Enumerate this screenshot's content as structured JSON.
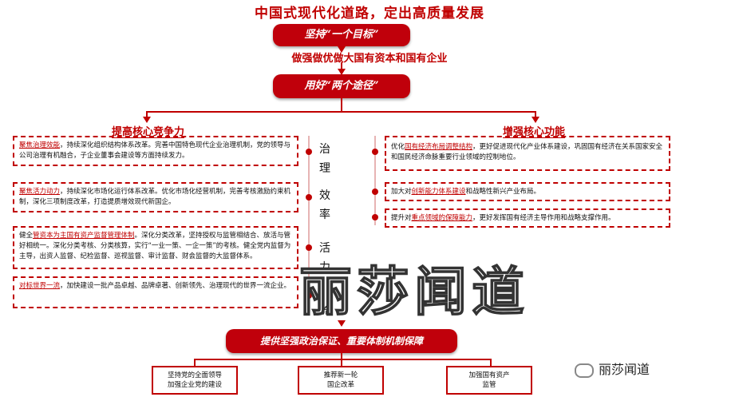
{
  "title": "中国式现代化道路，定出高质量发展",
  "goal_pill": "坚持“一个目标”",
  "goal_text": "做强做优做大国有资本和国有企业",
  "path_pill": "用好“两个途径”",
  "left": {
    "title": "提高核心竞争力",
    "boxes": [
      {
        "label": "聚焦治理效能",
        "text": "，持续深化组织结构体系改革。完善中国特色现代企业治理机制，党的领导与公司治理有机融合，子企业董事会建设等方面持续发力。"
      },
      {
        "label": "聚焦活力动力",
        "text": "，持续深化市场化运行体系改革。优化市场化经营机制，完善考核激励约束机制，深化三项制度改革，打造提质增效现代新国企。"
      },
      {
        "label_prefix": "健全",
        "label": "管资本为主国有资产监督管理体制",
        "text": "。深化分类改革，坚持授权与监管相结合、放活与管好相统一。深化分类考核、分类核算，实行“一业一策、一企一策”的考核。健全党内监督为主导，出资人监督、纪检监督、巡视监督、审计监督、财会监督的大监督体系。"
      },
      {
        "label": "对标世界一流",
        "text": "，加快建设一批产品卓越、品牌卓著、创新领先、治理现代的世界一流企业。"
      }
    ]
  },
  "right": {
    "title": "增强核心功能",
    "boxes": [
      {
        "prefix": "优化",
        "label": "国有经济布局调整结构",
        "text": "，更好促进现代化产业体系建设，巩固国有经济在关系国家安全和国民经济命脉重要行业领域的控制地位。"
      },
      {
        "prefix": "加大对",
        "label": "创新能力体系建设",
        "text": "和战略性新兴产业布局。"
      },
      {
        "prefix": "提升对",
        "label": "重点领域的保障能力",
        "text": "，更好发挥国有经济主导作用和战略支撑作用。"
      }
    ]
  },
  "middle_chars": [
    "治",
    "理",
    "效",
    "率",
    "活",
    "力",
    "流"
  ],
  "bottom_pill": "提供坚强政治保证、重要体制机制保障",
  "bottom_boxes": [
    {
      "line1": "坚持党的全面领导",
      "line2": "加强企业党的建设"
    },
    {
      "line1": "推荐新一轮",
      "line2": "国企改革"
    },
    {
      "line1": "加强国有资产",
      "line2": "监管"
    }
  ],
  "watermark": "丽莎闻道",
  "logo_text": "丽莎闻道",
  "colors": {
    "accent": "#c00000",
    "pill": "#c0000b"
  }
}
